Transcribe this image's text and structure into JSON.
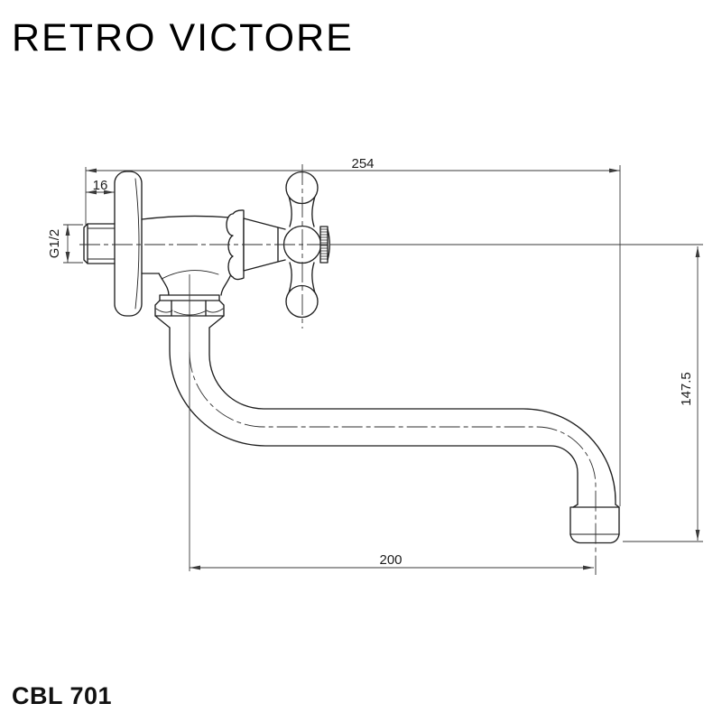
{
  "header": {
    "title": "RETRO VICTORE"
  },
  "footer": {
    "product_code": "CBL 701"
  },
  "drawing": {
    "dimension_labels": {
      "overall_depth": "254",
      "thread_length": "16",
      "thread_size": "G1/2",
      "spout_height": "147.5",
      "spout_reach": "200"
    },
    "colors": {
      "object_line": "#1f1f1f",
      "dimension_line": "#3a3a3a",
      "text": "#111111",
      "background": "#ffffff"
    }
  }
}
